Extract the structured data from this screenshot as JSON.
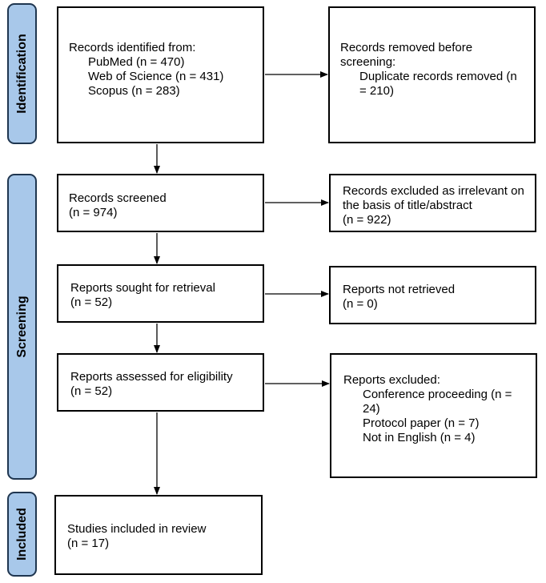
{
  "stages": [
    {
      "id": "identification",
      "label": "Identification"
    },
    {
      "id": "screening",
      "label": "Screening"
    },
    {
      "id": "included",
      "label": "Included"
    }
  ],
  "boxes": {
    "identified": {
      "heading": "Records identified from:",
      "items": [
        "PubMed (n = 470)",
        "Web of Science (n = 431)",
        "Scopus (n = 283)"
      ]
    },
    "removed": {
      "heading": "Records removed before screening:",
      "items": [
        "Duplicate records removed (n = 210)"
      ]
    },
    "screened": {
      "heading": "Records screened",
      "count": "(n = 974)"
    },
    "excluded_title": {
      "heading": "Records excluded as irrelevant on the basis of title/abstract",
      "count": "(n = 922)"
    },
    "sought": {
      "heading": "Reports sought for retrieval",
      "count": "(n = 52)"
    },
    "not_retrieved": {
      "heading": "Reports not retrieved",
      "count": "(n = 0)"
    },
    "assessed": {
      "heading": "Reports assessed for eligibility",
      "count": "(n = 52)"
    },
    "reports_excluded": {
      "heading": "Reports excluded:",
      "items": [
        "Conference proceeding (n = 24)",
        "Protocol paper (n = 7)",
        "Not in English (n = 4)"
      ]
    },
    "included": {
      "heading": "Studies included in review",
      "count": "(n = 17)"
    }
  },
  "colors": {
    "stage_fill": "#a8c8ea",
    "stage_border": "#1f3650",
    "box_border": "#000000",
    "arrow": "#000000"
  }
}
